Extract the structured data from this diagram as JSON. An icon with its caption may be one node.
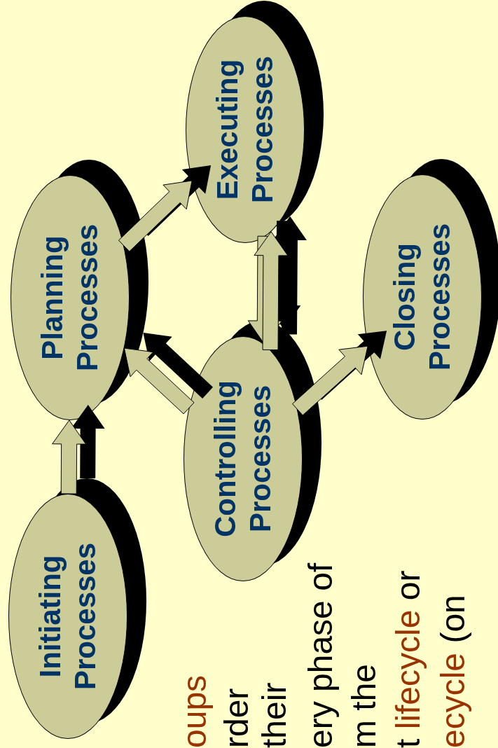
{
  "diagram": {
    "nodes": [
      {
        "text": [
          "Initiating Processes"
        ]
      },
      {
        "text": [
          "Planning Processes"
        ]
      },
      {
        "text": [
          "Executing Processes"
        ]
      },
      {
        "text": [
          "Controlling Processes"
        ]
      },
      {
        "text": [
          "Closing Processes"
        ]
      }
    ],
    "edges": [
      {
        "from": 0,
        "to": 1,
        "arrow": "to"
      },
      {
        "from": 1,
        "to": 2,
        "arrow": "to"
      },
      {
        "from": 2,
        "to": 3,
        "arrow": "to"
      },
      {
        "from": 3,
        "to": 2,
        "arrow": "to"
      },
      {
        "from": 3,
        "to": 1,
        "arrow": "to"
      },
      {
        "from": 3,
        "to": 4,
        "arrow": "to"
      }
    ],
    "labels": [
      "oups",
      "rder",
      "their",
      "ery phase of",
      "m the",
      "t",
      "lifecycle",
      "or",
      "ecycle",
      "(on"
    ]
  }
}
